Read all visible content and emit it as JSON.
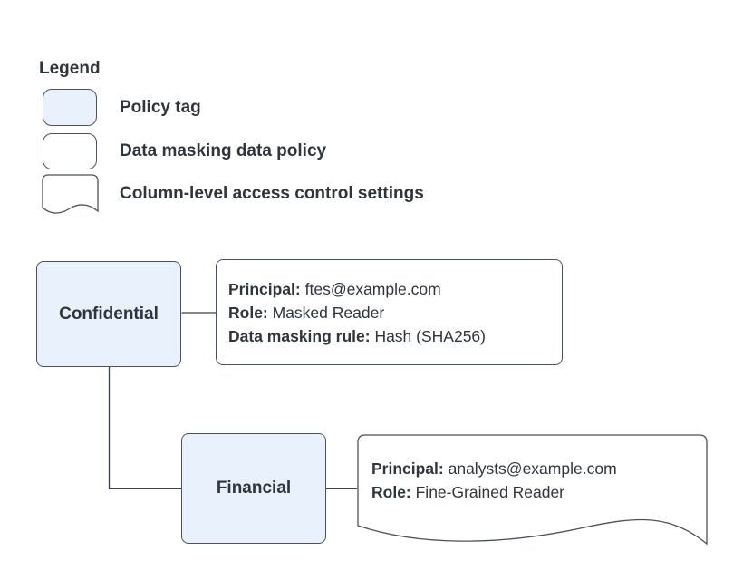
{
  "colors": {
    "background": "#ffffff",
    "policy_tag_fill": "#e8f1fc",
    "shape_stroke": "#4b525b",
    "connector_stroke": "#3a414a",
    "text": "#2f353b"
  },
  "legend": {
    "title": "Legend",
    "items": [
      {
        "id": "policy-tag",
        "label": "Policy tag"
      },
      {
        "id": "data-masking-data-policy",
        "label": "Data masking data policy"
      },
      {
        "id": "column-level-access-control-settings",
        "label": "Column-level access control settings"
      }
    ]
  },
  "diagram": {
    "nodes": {
      "confidential": {
        "shape": "policy-tag",
        "label": "Confidential"
      },
      "masking_policy": {
        "shape": "data-masking-data-policy",
        "lines": [
          {
            "term": "Principal:",
            "text": " ftes@example.com"
          },
          {
            "term": "Role:",
            "text": " Masked Reader"
          },
          {
            "term": "Data masking rule:",
            "text": " Hash (SHA256)"
          }
        ]
      },
      "financial": {
        "shape": "policy-tag",
        "label": "Financial"
      },
      "column_access": {
        "shape": "column-level-access-control-settings",
        "lines": [
          {
            "term": "Principal:",
            "text": " analysts@example.com"
          },
          {
            "term": "Role:",
            "text": " Fine-Grained Reader"
          }
        ]
      }
    },
    "edges": [
      {
        "from": "confidential",
        "to": "masking_policy"
      },
      {
        "from": "confidential",
        "to": "financial"
      },
      {
        "from": "financial",
        "to": "column_access"
      }
    ]
  }
}
